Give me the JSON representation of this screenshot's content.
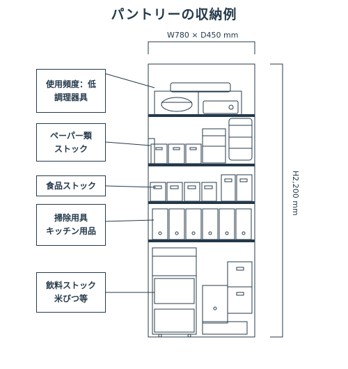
{
  "title": "パントリーの収納例",
  "dimensions": {
    "width_depth": "W780 × D450 mm",
    "height": "H2,200 mm"
  },
  "labels": [
    {
      "lines": [
        "使用頻度：低",
        "調理器具"
      ]
    },
    {
      "lines": [
        "ペーパー類",
        "ストック"
      ]
    },
    {
      "lines": [
        "食品ストック"
      ]
    },
    {
      "lines": [
        "掃除用具",
        "キッチン用品"
      ]
    },
    {
      "lines": [
        "飲料ストック",
        "米びつ等"
      ]
    }
  ],
  "colors": {
    "line": "#24394a",
    "shelf": "#24394a"
  }
}
